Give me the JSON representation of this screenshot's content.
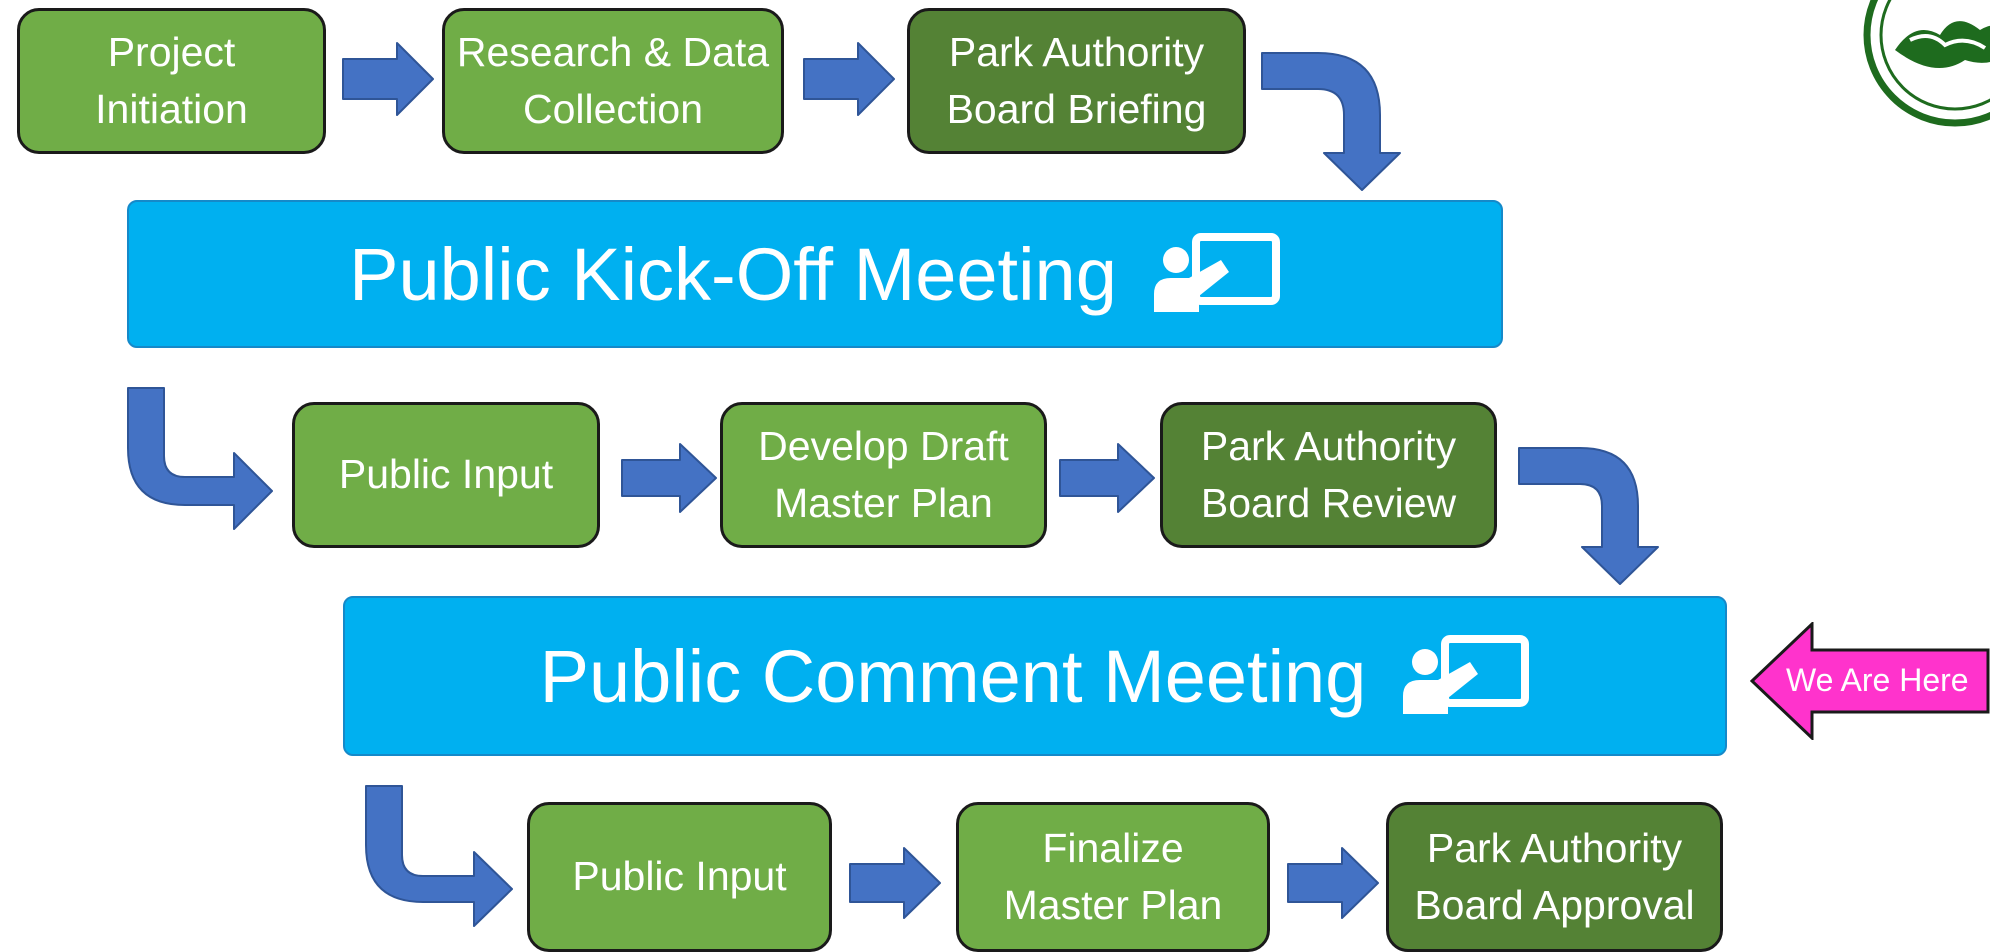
{
  "colors": {
    "step_light": "#70ad47",
    "step_dark": "#548235",
    "meeting": "#00b0f0",
    "arrow": "#4472c4",
    "marker": "#ff33cc"
  },
  "steps": {
    "project_initiation": "Project\nInitiation",
    "research": "Research & Data\nCollection",
    "board_briefing": "Park Authority\nBoard Briefing",
    "public_input_1": "Public Input",
    "draft_plan": "Develop Draft\nMaster Plan",
    "board_review": "Park Authority\nBoard Review",
    "public_input_2": "Public Input",
    "final_plan": "Finalize\nMaster Plan",
    "board_approval": "Park Authority\nBoard Approval"
  },
  "meetings": {
    "kickoff": "Public Kick-Off Meeting",
    "comment": "Public Comment Meeting"
  },
  "marker": {
    "label": "We Are Here"
  },
  "icons": {
    "meeting": "presentation-icon",
    "logo": "seal-logo"
  }
}
